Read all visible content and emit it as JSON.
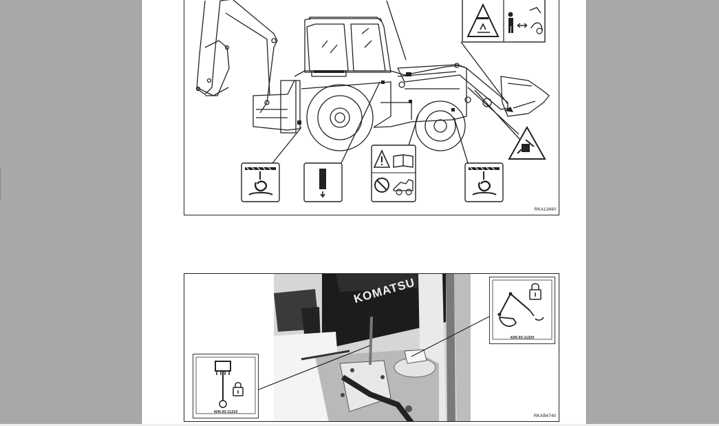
{
  "figures": {
    "top": {
      "code": "RKA13490"
    },
    "bottom": {
      "code": "RKAB4740",
      "brand": "KOMATSU",
      "left_decal_code": "42N-93-11310",
      "right_decal_code": "42N-93-11320"
    }
  },
  "colors": {
    "page": "#ffffff",
    "backdrop": "#a8a8a8",
    "ink": "#222222"
  },
  "icons": [
    "hazard-crush-icon",
    "keep-distance-icon",
    "lifting-point-icon",
    "lock-bar-icon",
    "warning-manual-icon",
    "no-ride-icon",
    "hand-crush-icon",
    "bucket-lock-icon",
    "lock-icon"
  ]
}
